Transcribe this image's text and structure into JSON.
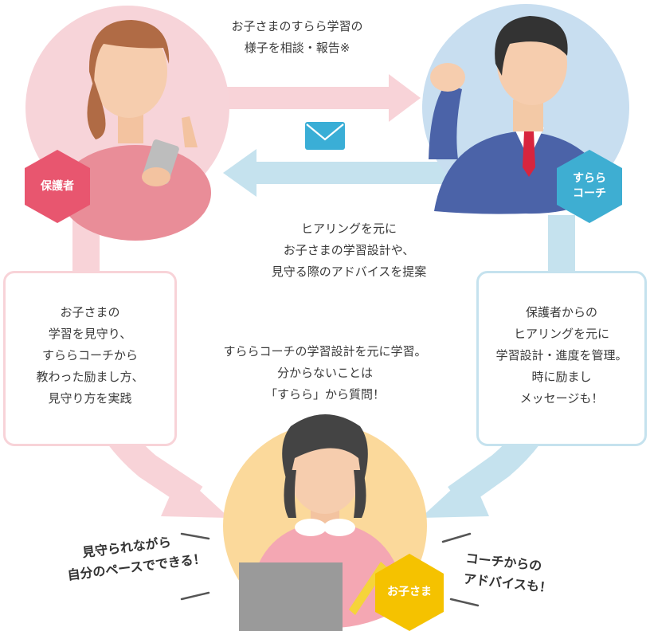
{
  "top_message": [
    "お子さまのすらら学習の",
    "様子を相談・報告※"
  ],
  "middle_message": [
    "ヒアリングを元に",
    "お子さまの学習設計や、",
    "見守る際のアドバイスを提案"
  ],
  "center_message": [
    "すららコーチの学習設計を元に学習。",
    "分からないことは",
    "「すらら」から質問！"
  ],
  "left_box": [
    "お子さまの",
    "学習を見守り、",
    "すららコーチから",
    "教わった励まし方、",
    "見守り方を実践"
  ],
  "right_box": [
    "保護者からの",
    "ヒアリングを元に",
    "学習設計・進度を管理。",
    "時に励まし",
    "メッセージも！"
  ],
  "bottom_left_callout": [
    "見守られながら",
    "自分のペースでできる！"
  ],
  "bottom_right_callout": [
    "コーチからの",
    "アドバイスも！"
  ],
  "roles": {
    "parent": [
      "保護者"
    ],
    "coach": [
      "すらら",
      "コーチ"
    ],
    "child": [
      "お子さま"
    ]
  },
  "colors": {
    "pink_arrow": "#f8d3d8",
    "blue_arrow": "#c5e2ee",
    "parent_hex": "#e8566f",
    "coach_hex": "#3eaed2",
    "child_hex": "#f5c200",
    "envelope": "#3aaed6"
  }
}
